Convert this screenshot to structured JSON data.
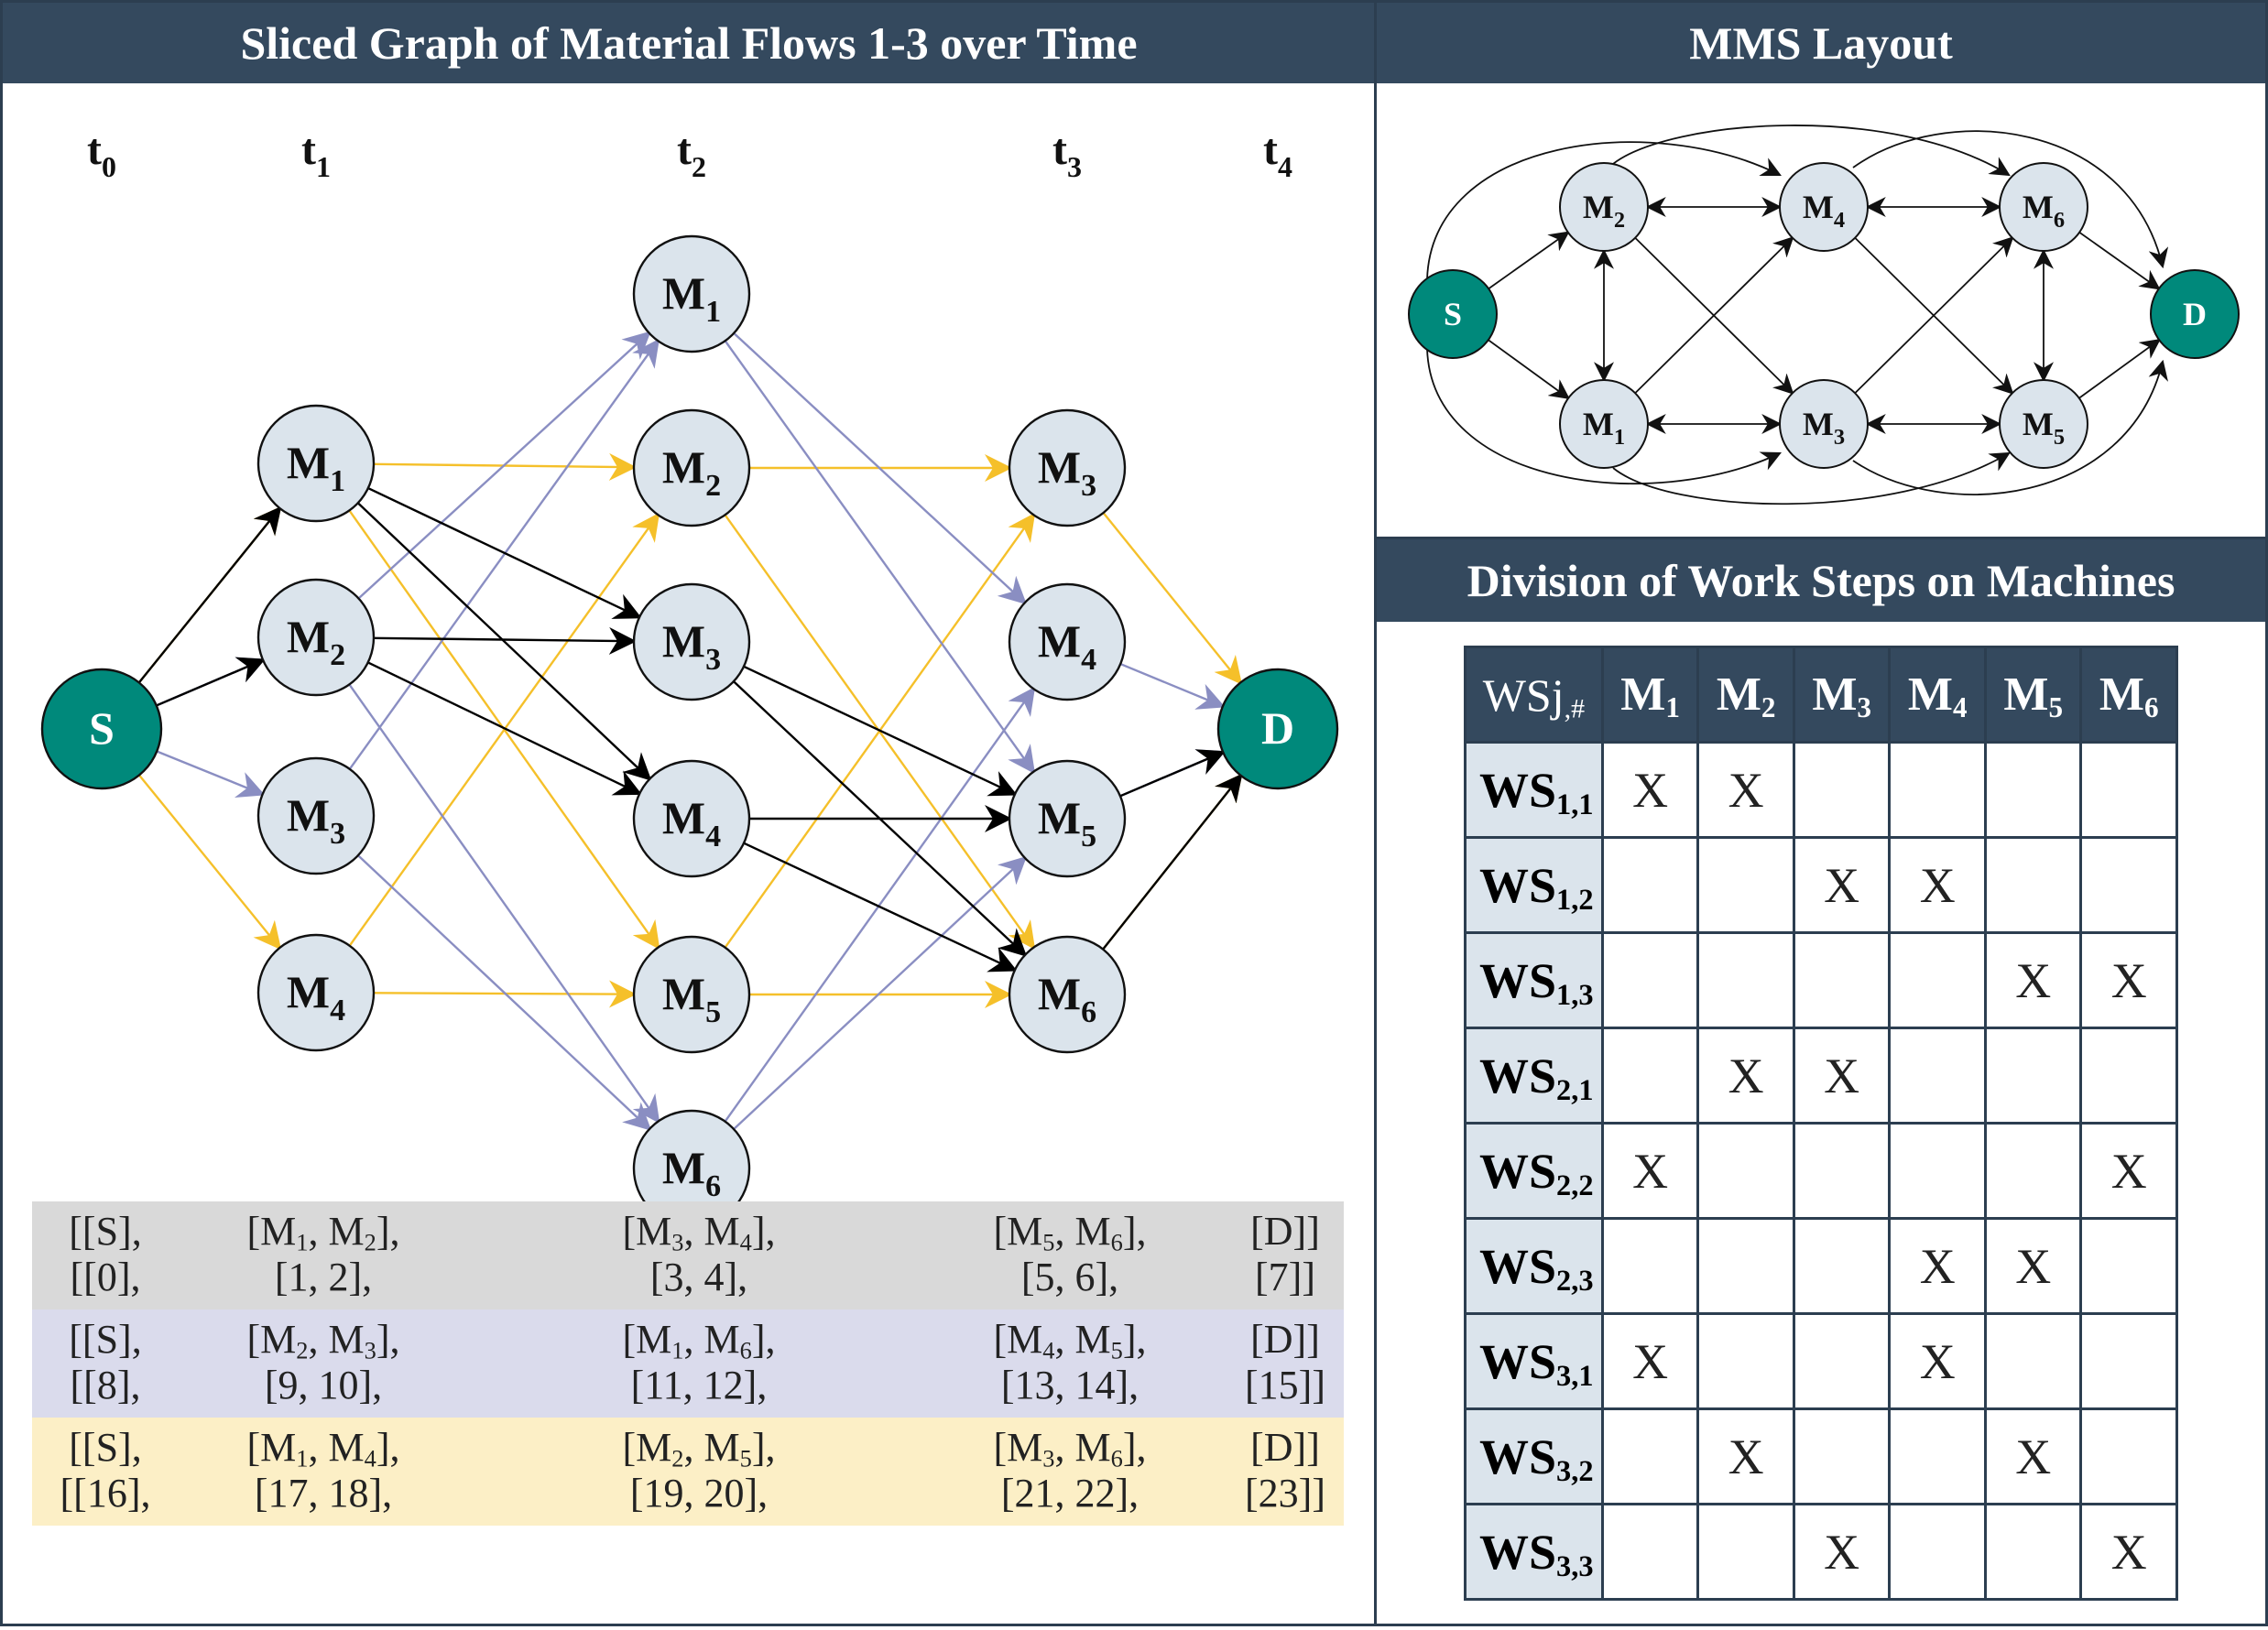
{
  "headers": {
    "left": "Sliced Graph of Material Flows 1-3 over Time",
    "layout": "MMS Layout",
    "division": "Division of Work Steps on Machines"
  },
  "time_steps": [
    {
      "base": "t",
      "sub": "0"
    },
    {
      "base": "t",
      "sub": "1"
    },
    {
      "base": "t",
      "sub": "2"
    },
    {
      "base": "t",
      "sub": "3"
    },
    {
      "base": "t",
      "sub": "4"
    }
  ],
  "colors": {
    "header_bg": "#34495e",
    "node_fill": "#dbe4ec",
    "terminal_fill": "#00897b",
    "flow1": "#000000",
    "flow2": "#8a8ec2",
    "flow3": "#f5c02a",
    "band1": "#d9d9d9",
    "band2": "#dadbec",
    "band3": "#fcefc6"
  },
  "sliced_graph": {
    "source_label": "S",
    "dest_label": "D",
    "columns": {
      "t1": [
        "M1",
        "M2",
        "M3",
        "M4"
      ],
      "t2": [
        "M1",
        "M2",
        "M3",
        "M4",
        "M5",
        "M6"
      ],
      "t3": [
        "M3",
        "M4",
        "M5",
        "M6"
      ]
    }
  },
  "mms_layout": {
    "nodes": [
      "S",
      "M2",
      "M4",
      "M6",
      "M1",
      "M3",
      "M5",
      "D"
    ]
  },
  "flow_lists": [
    {
      "cols": [
        [
          "[[S],",
          "[[0],"
        ],
        [
          "[M1, M2],",
          "[1, 2],"
        ],
        [
          "[M3, M4],",
          "[3, 4],"
        ],
        [
          "[M5, M6],",
          "[5, 6],"
        ],
        [
          "[D]]",
          "[7]]"
        ]
      ]
    },
    {
      "cols": [
        [
          "[[S],",
          "[[8],"
        ],
        [
          "[M2, M3],",
          "[9, 10],"
        ],
        [
          "[M1, M6],",
          "[11, 12],"
        ],
        [
          "[M4, M5],",
          "[13, 14],"
        ],
        [
          "[D]]",
          "[15]]"
        ]
      ]
    },
    {
      "cols": [
        [
          "[[S],",
          "[[16],"
        ],
        [
          "[M1, M4],",
          "[17, 18],"
        ],
        [
          "[M2, M5],",
          "[19, 20],"
        ],
        [
          "[M3, M6],",
          "[21, 22],"
        ],
        [
          "[D]]",
          "[23]]"
        ]
      ]
    }
  ],
  "ws_table": {
    "corner": "WSj,#",
    "machines": [
      "M1",
      "M2",
      "M3",
      "M4",
      "M5",
      "M6"
    ],
    "rows": [
      {
        "label": "WS1,1",
        "cells": [
          "X",
          "X",
          "",
          "",
          "",
          ""
        ]
      },
      {
        "label": "WS1,2",
        "cells": [
          "",
          "",
          "X",
          "X",
          "",
          ""
        ]
      },
      {
        "label": "WS1,3",
        "cells": [
          "",
          "",
          "",
          "",
          "X",
          "X"
        ]
      },
      {
        "label": "WS2,1",
        "cells": [
          "",
          "X",
          "X",
          "",
          "",
          ""
        ]
      },
      {
        "label": "WS2,2",
        "cells": [
          "X",
          "",
          "",
          "",
          "",
          "X"
        ]
      },
      {
        "label": "WS2,3",
        "cells": [
          "",
          "",
          "",
          "X",
          "X",
          ""
        ]
      },
      {
        "label": "WS3,1",
        "cells": [
          "X",
          "",
          "",
          "X",
          "",
          ""
        ]
      },
      {
        "label": "WS3,2",
        "cells": [
          "",
          "X",
          "",
          "",
          "X",
          ""
        ]
      },
      {
        "label": "WS3,3",
        "cells": [
          "",
          "",
          "X",
          "",
          "",
          "X"
        ]
      }
    ]
  }
}
